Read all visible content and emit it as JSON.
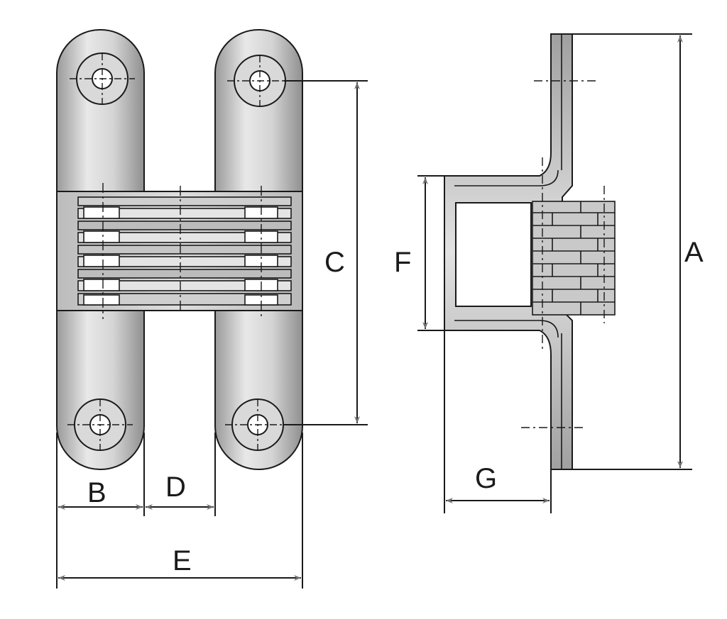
{
  "colors": {
    "metal_light": "#e6e6e6",
    "metal_mid": "#bdbdbd",
    "metal_dark": "#8e8e8e",
    "outline": "#1a1a1a",
    "background": "#ffffff"
  },
  "icons": [
    "screw-hole-icon",
    "arrowhead-icon"
  ],
  "dimension_labels": {
    "A": "A",
    "B": "B",
    "C": "C",
    "D": "D",
    "E": "E",
    "F": "F",
    "G": "G"
  }
}
